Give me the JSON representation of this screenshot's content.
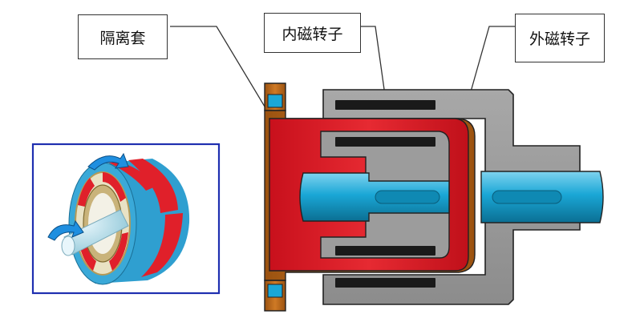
{
  "labels": {
    "isolation_sleeve": "隔离套",
    "inner_rotor": "内磁转子",
    "outer_rotor": "外磁转子"
  },
  "colors": {
    "housing_gray": "#9a9a9a",
    "red_part": "#e0202a",
    "sleeve_brown": "#b8671a",
    "shaft_blue": "#1aa7d6",
    "magnet_black": "#1a1a1a",
    "inset_frame": "#1f2fb0"
  }
}
